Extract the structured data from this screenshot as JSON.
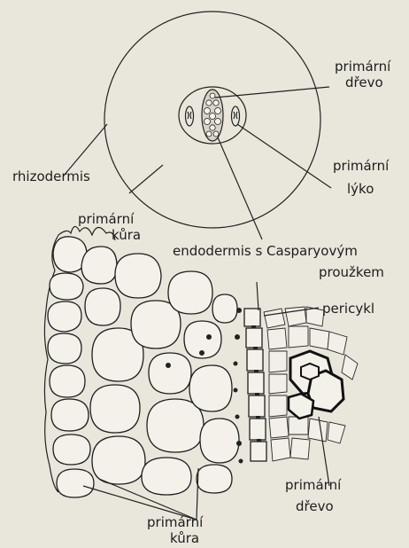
{
  "diagram": {
    "labels": {
      "primary_xylem_top": [
        "primární",
        "dřevo"
      ],
      "rhizodermis": "rhizodermis",
      "primary_phloem": [
        "primární",
        "lýko"
      ],
      "primary_cortex_mid": [
        "primární",
        "kůra"
      ],
      "endodermis": [
        "endodermis s Casparyovým",
        "proužkem"
      ],
      "pericycle": "pericykl",
      "primary_xylem_bottom": [
        "primární",
        "dřevo"
      ],
      "primary_cortex_bottom": [
        "primární",
        "kůra"
      ]
    }
  },
  "colors": {
    "background": "#e9e6dc",
    "ink": "#1d1d1d"
  }
}
